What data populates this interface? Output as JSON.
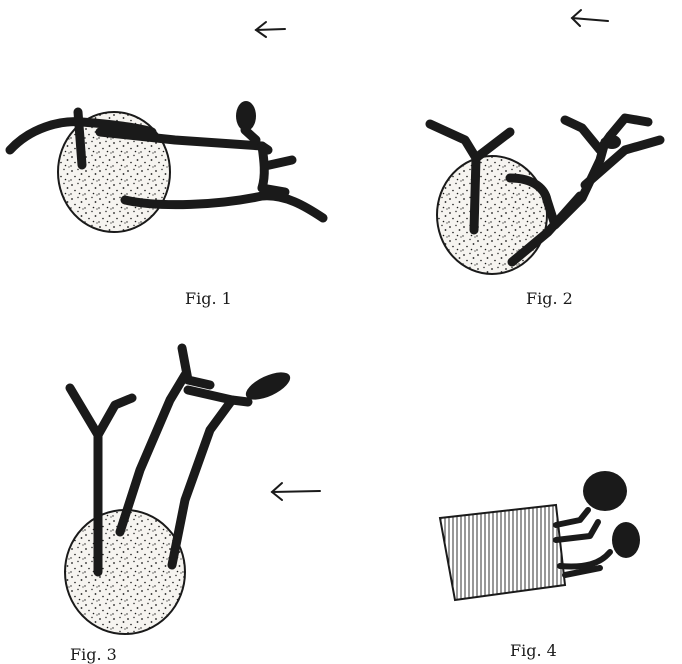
{
  "figures": [
    {
      "caption": "Fig. 1"
    },
    {
      "caption": "Fig. 2"
    },
    {
      "caption": "Fig. 3"
    },
    {
      "caption": "Fig. 4"
    }
  ],
  "colors": {
    "ink": "#1a1a1a",
    "paper": "#ffffff",
    "soil_fill": "#f4f2ee"
  }
}
